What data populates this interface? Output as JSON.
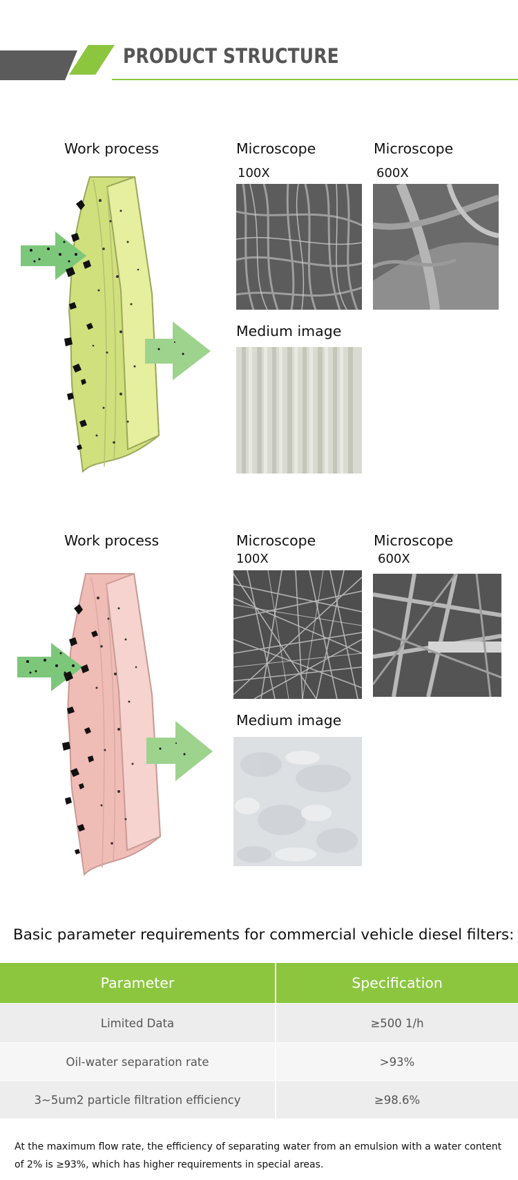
{
  "header": {
    "title": "PRODUCT STRUCTURE"
  },
  "section1": {
    "work_label": "Work process",
    "micro_a_label": "Microscope",
    "micro_a_mag": "100X",
    "micro_b_label": "Microscope",
    "micro_b_mag": "600X",
    "medium_label": "Medium image"
  },
  "section2": {
    "work_label": "Work process",
    "micro_a_label": "Microscope",
    "micro_a_mag": "100X",
    "micro_b_label": "Microscope",
    "micro_b_mag": "600X",
    "medium_label": "Medium image"
  },
  "params": {
    "heading": "Basic parameter requirements for commercial vehicle diesel filters:",
    "columns": [
      "Parameter",
      "Specification"
    ],
    "rows": [
      [
        "Limited Data",
        "≥500 1/h"
      ],
      [
        "Oil-water separation rate",
        ">93%"
      ],
      [
        "3~5um2 particle filtration efficiency",
        "≥98.6%"
      ]
    ]
  },
  "footnote": "At the maximum flow rate, the efficiency of separating water from an emulsion with a water content of 2% is ≥93%, which has higher requirements in special areas.",
  "colors": {
    "accent_green": "#8cc63f",
    "header_gray": "#5b5b5b",
    "filter_yellow": "#d6e590",
    "filter_pink": "#f3c8c4"
  }
}
